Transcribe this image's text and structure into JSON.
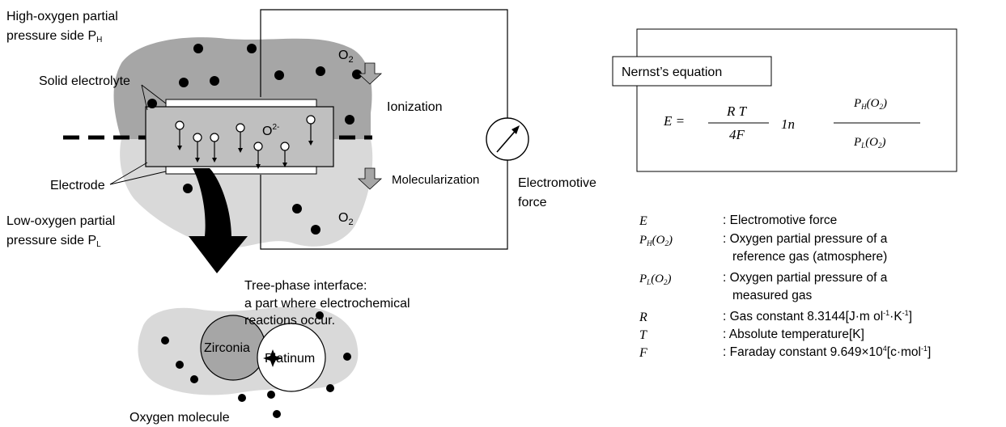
{
  "labels": {
    "high_side_line1": "High-oxygen partial",
    "high_side_line2": "pressure side P",
    "high_side_sub": "H",
    "low_side_line1": "Low-oxygen partial",
    "low_side_line2": "pressure side P",
    "low_side_sub": "L",
    "solid_electrolyte": "Solid electrolyte",
    "electrode": "Electrode",
    "o2_top": "O",
    "o2_top_sub": "2",
    "o2_bottom": "O",
    "o2_bottom_sub": "2",
    "ionization": "Ionization",
    "molecularization": "Molecularization",
    "oxide_ion": "O",
    "oxide_ion_sup": "2-",
    "emf_line1": "Electromotive",
    "emf_line2": "force",
    "interface_line1": "Tree-phase interface:",
    "interface_line2": "a part where electrochemical",
    "interface_line3": "reactions occur.",
    "zirconia": "Zirconia",
    "platinum": "Platinum",
    "oxygen_molecule": "Oxygen molecule"
  },
  "equation": {
    "title": "Nernst’s equation",
    "lhs": "E =",
    "numerator": "R T",
    "denominator": "4F",
    "ln": "1n",
    "frac2_num_P": "P",
    "frac2_num_sub": "H",
    "frac2_num_rest": "(O",
    "frac2_num_sub2": "2",
    "frac2_num_end": ")",
    "frac2_den_P": "P",
    "frac2_den_sub": "L",
    "frac2_den_rest": "(O",
    "frac2_den_sub2": "2",
    "frac2_den_end": ")"
  },
  "legend": [
    {
      "symbol": "E",
      "line1": ": Electromotive force",
      "line2": ""
    },
    {
      "symbol": "PH(O2)",
      "line1": ": Oxygen partial pressure of a",
      "line2": "reference gas (atmosphere)"
    },
    {
      "symbol": "PL(O2)",
      "line1": ": Oxygen partial pressure of a",
      "line2": "measured gas"
    },
    {
      "symbol": "R",
      "line1": ": Gas constant  8.3144[J·m ol-1·K-1]",
      "line2": ""
    },
    {
      "symbol": "T",
      "line1": ": Absolute temperature[K]",
      "line2": ""
    },
    {
      "symbol": "F",
      "line1": ": Faraday constant  9.649×104[c·mol-1]",
      "line2": ""
    }
  ]
}
